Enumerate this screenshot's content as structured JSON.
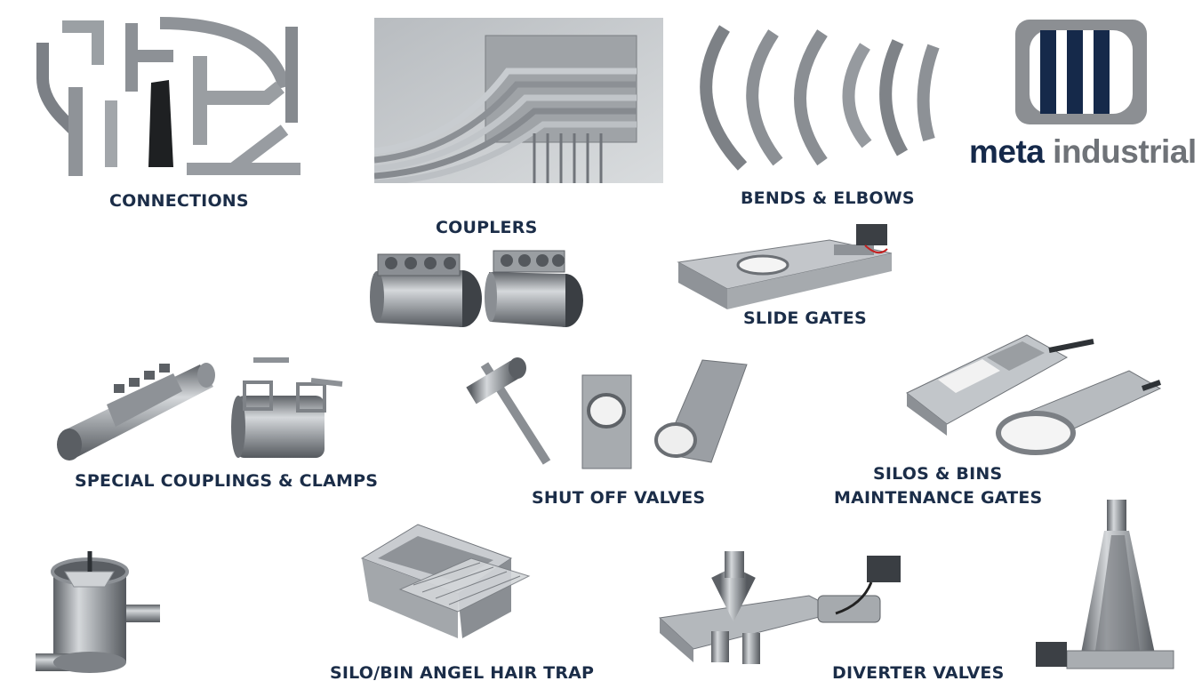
{
  "brand": {
    "name_part1": "meta",
    "name_part2": "industrial",
    "colors": {
      "navy": "#15294a",
      "gray": "#6f7378",
      "frame": "#8c8f93"
    }
  },
  "products": {
    "connections": "CONNECTIONS",
    "couplers": "COUPLERS",
    "bends_elbows": "BENDS & ELBOWS",
    "slide_gates": "SLIDE GATES",
    "special_couplings": "SPECIAL COUPLINGS & CLAMPS",
    "shut_off_valves": "SHUT OFF VALVES",
    "silos_bins_line1": "SILOS & BINS",
    "silos_bins_line2": "MAINTENANCE GATES",
    "angel_hair_trap": "SILO/BIN ANGEL HAIR TRAP",
    "diverter_valves": "DIVERTER VALVES"
  },
  "colors": {
    "label": "#1b2d48",
    "steel": "#9a9ea3",
    "steel_dark": "#5e6267"
  }
}
